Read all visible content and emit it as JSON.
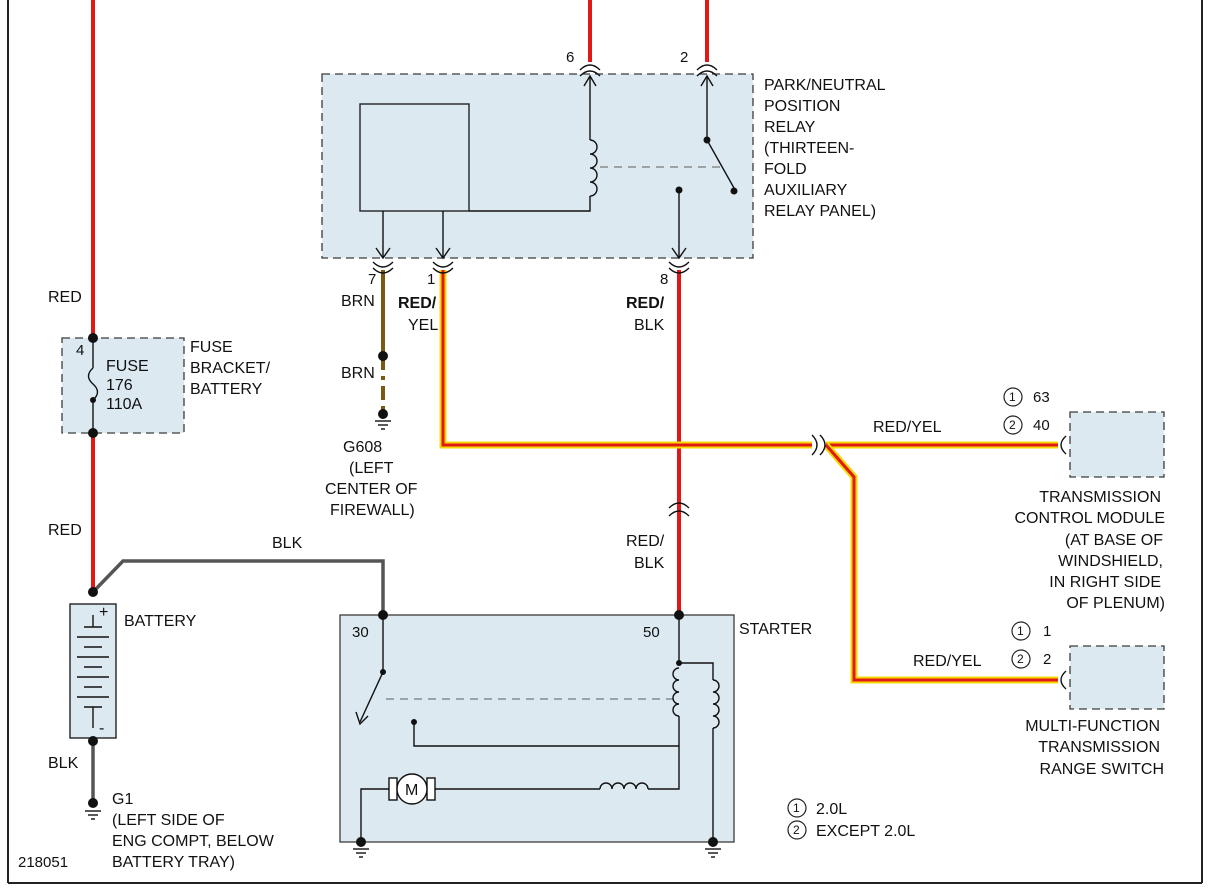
{
  "colors": {
    "red_wire": "#e01818",
    "red_yel_inner": "#e01818",
    "red_yel_outer": "#f5d800",
    "brown_wire": "#7a5a12",
    "black_wire": "#555555",
    "component_fill": "#dce9f1"
  },
  "relay": {
    "lines": [
      "PARK/NEUTRAL",
      "POSITION",
      "RELAY",
      "(THIRTEEN-",
      "FOLD",
      "AUXILIARY",
      "RELAY PANEL)"
    ],
    "pin_top_left": "6",
    "pin_top_right": "2",
    "pin_bottom_left": "7",
    "pin_bottom_mid": "1",
    "pin_bottom_right": "8"
  },
  "wires": {
    "red_upper": "RED",
    "red_lower": "RED",
    "blk_battery_ground": "BLK",
    "blk_battery_starter": "BLK",
    "brn_upper": "BRN",
    "brn_lower": "BRN",
    "red_yel_relay_line1": "RED/",
    "red_yel_relay_line2": "YEL",
    "red_blk_relay_line1": "RED/",
    "red_blk_relay_line2": "BLK",
    "red_blk_starter_line1": "RED/",
    "red_blk_starter_line2": "BLK",
    "red_yel_tcm": "RED/YEL",
    "red_yel_switch": "RED/YEL"
  },
  "fuse": {
    "pin": "4",
    "label_lines": [
      "FUSE",
      "176",
      "110A"
    ],
    "location_lines": [
      "FUSE",
      "BRACKET/",
      "BATTERY"
    ]
  },
  "battery": {
    "label": "BATTERY",
    "plus": "+",
    "minus": "-"
  },
  "ground_g608": {
    "lines": [
      "G608",
      "(LEFT",
      "CENTER OF",
      "FIREWALL)"
    ]
  },
  "ground_g1": {
    "lines": [
      "G1",
      "(LEFT SIDE OF",
      "ENG COMPT, BELOW",
      "BATTERY TRAY)"
    ]
  },
  "starter": {
    "label": "STARTER",
    "pin_30": "30",
    "pin_50": "50",
    "motor": "M"
  },
  "tcm": {
    "circ1": "1",
    "pin1": "63",
    "circ2": "2",
    "pin2": "40",
    "lines": [
      "TRANSMISSION",
      "CONTROL MODULE",
      "(AT BASE OF",
      "WINDSHIELD,",
      "IN RIGHT SIDE",
      "OF PLENUM)"
    ]
  },
  "range_switch": {
    "circ1": "1",
    "pin1": "1",
    "circ2": "2",
    "pin2": "2",
    "lines": [
      "MULTI-FUNCTION",
      "TRANSMISSION",
      "RANGE SWITCH"
    ]
  },
  "legend": {
    "circ1": "1",
    "text1": "2.0L",
    "circ2": "2",
    "text2": "EXCEPT 2.0L"
  },
  "figure_id": "218051"
}
